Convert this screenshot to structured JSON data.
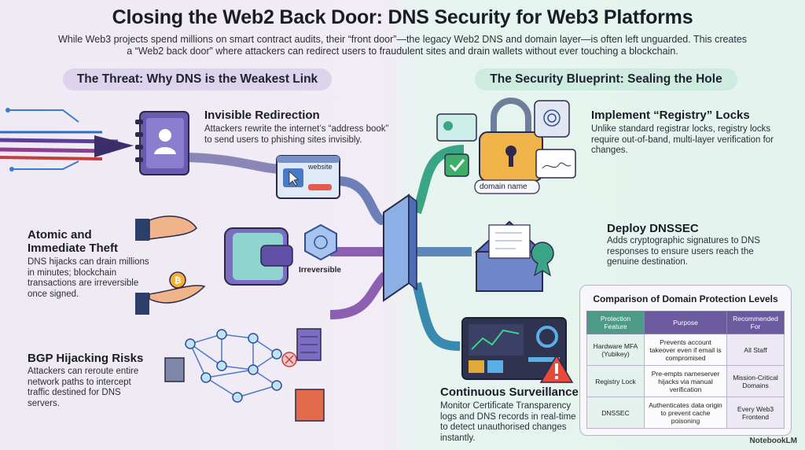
{
  "title": "Closing the Web2 Back Door: DNS Security for Web3 Platforms",
  "intro": "While Web3 projects spend millions on smart contract audits, their “front door”—the legacy Web2 DNS and domain layer—is often left unguarded. This creates a “Web2 back door” where attackers can redirect users to fraudulent sites and drain wallets without ever touching a blockchain.",
  "threat": {
    "header": "The Threat: Why DNS is the Weakest Link",
    "items": [
      {
        "title": "Invisible Redirection",
        "body": "Attackers rewrite the internet’s “address book” to send users to phishing sites invisibly."
      },
      {
        "title": "Atomic and Immediate Theft",
        "body": "DNS hijacks can drain millions in minutes; blockchain transactions are irreversible once signed."
      },
      {
        "title": "BGP Hijacking Risks",
        "body": "Attackers can reroute entire network paths to intercept traffic destined for DNS servers."
      }
    ],
    "labels": {
      "website": "website",
      "irreversible": "Irreversible"
    }
  },
  "blueprint": {
    "header": "The Security Blueprint: Sealing the Hole",
    "items": [
      {
        "title": "Implement “Registry” Locks",
        "body": "Unlike standard registrar locks, registry locks require out-of-band, multi-layer verification for changes."
      },
      {
        "title": "Deploy DNSSEC",
        "body": "Adds cryptographic signatures to DNS responses to ensure users reach the genuine destination."
      },
      {
        "title": "Continuous Surveillance",
        "body": "Monitor Certificate Transparency logs and DNS records in real-time to detect unauthorised changes instantly."
      }
    ],
    "labels": {
      "domain_name": "domain name"
    }
  },
  "table": {
    "title": "Comparison of Domain Protection Levels",
    "headers": [
      "Protection Feature",
      "Purpose",
      "Recommended For"
    ],
    "rows": [
      [
        "Hardware MFA (Yubikey)",
        "Prevents account takeover even if email is compromised",
        "All Staff"
      ],
      [
        "Registry Lock",
        "Pre-empts nameserver hijacks via manual verification",
        "Mission-Critical Domains"
      ],
      [
        "DNSSEC",
        "Authenticates data origin to prevent cache poisoning",
        "Every Web3 Frontend"
      ]
    ]
  },
  "watermark": "NotebookLM",
  "icons": [
    "address-book-icon",
    "website-window-icon",
    "wallet-icon",
    "coin-icon",
    "hand-icon",
    "blockchain-node-icon",
    "network-graph-icon",
    "server-icon",
    "router-icon",
    "padlock-icon",
    "id-card-icon",
    "fingerprint-icon",
    "signature-icon",
    "checkmark-icon",
    "envelope-icon",
    "seal-icon",
    "monitor-dashboard-icon",
    "warning-icon",
    "gateway-icon"
  ]
}
